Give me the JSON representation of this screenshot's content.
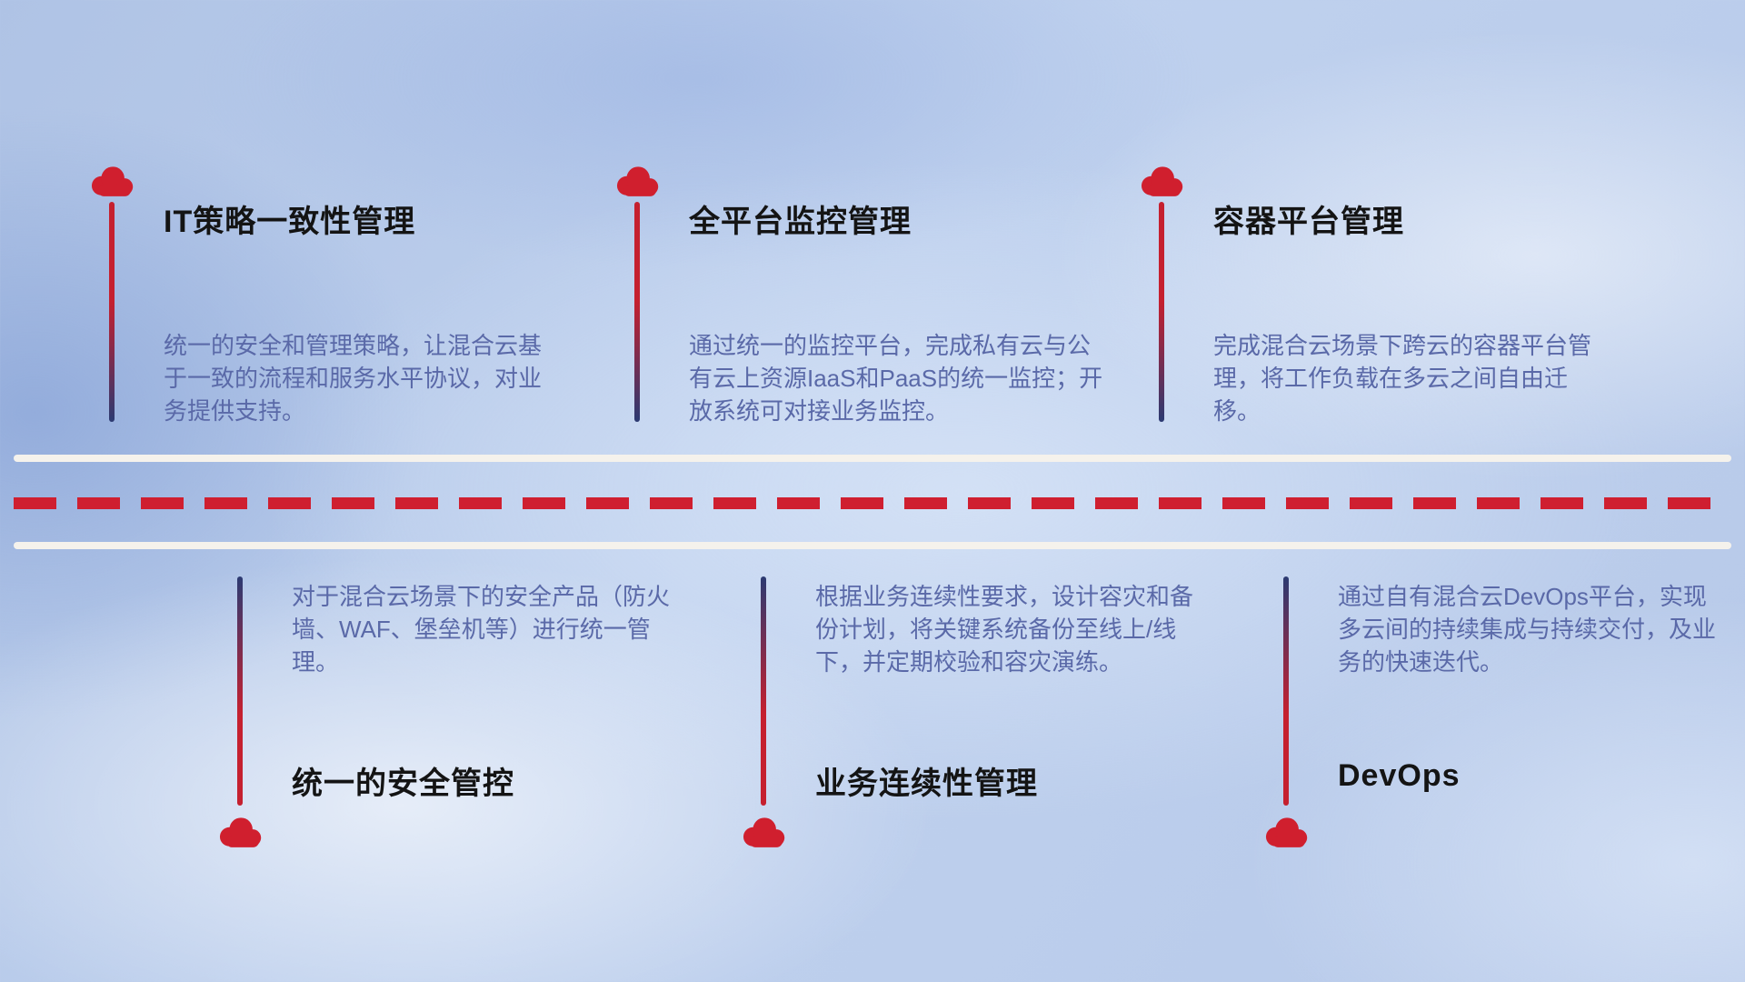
{
  "top_items": [
    {
      "title": "IT策略一致性管理",
      "description": "统一的安全和管理策略，让混合云基于一致的流程和服务水平协议，对业务提供支持。"
    },
    {
      "title": "全平台监控管理",
      "description": "通过统一的监控平台，完成私有云与公有云上资源IaaS和PaaS的统一监控；开放系统可对接业务监控。"
    },
    {
      "title": "容器平台管理",
      "description": "完成混合云场景下跨云的容器平台管理，将工作负载在多云之间自由迁移。"
    }
  ],
  "bottom_items": [
    {
      "title": "统一的安全管控",
      "description": "对于混合云场景下的安全产品（防火墙、WAF、堡垒机等）进行统一管理。"
    },
    {
      "title": "业务连续性管理",
      "description": "根据业务连续性要求，设计容灾和备份计划，将关键系统备份至线上/线下，并定期校验和容灾演练。"
    },
    {
      "title": "DevOps",
      "description": "通过自有混合云DevOps平台，实现多云间的持续集成与持续交付，及业务的快速迭代。"
    }
  ],
  "colors": {
    "cloud_red": "#d01f2e",
    "stem_navy": "#2b3a72",
    "stem_red": "#c5202f",
    "dash_red": "#cf1f30",
    "road_white": "#f5f2ec",
    "title_text": "#141414",
    "description_text": "#5a69a8"
  }
}
